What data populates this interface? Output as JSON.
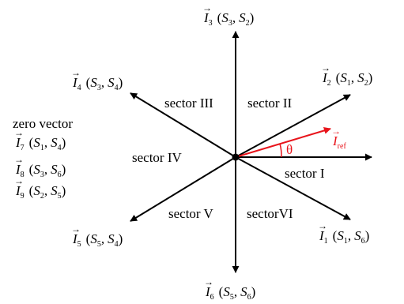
{
  "colors": {
    "vector": "#000000",
    "reference": "#e8141b"
  },
  "zero_vector_title": "zero vector",
  "vectors": [
    {
      "id": "I1",
      "letter": "I",
      "sub": "1",
      "switches": [
        "S1",
        "S6"
      ],
      "s1": "S",
      "s1sub": "1",
      "s2": "S",
      "s2sub": "6"
    },
    {
      "id": "I2",
      "letter": "I",
      "sub": "2",
      "s1": "S",
      "s1sub": "1",
      "s2": "S",
      "s2sub": "2"
    },
    {
      "id": "I3",
      "letter": "I",
      "sub": "3",
      "s1": "S",
      "s1sub": "3",
      "s2": "S",
      "s2sub": "2"
    },
    {
      "id": "I4",
      "letter": "I",
      "sub": "4",
      "s1": "S",
      "s1sub": "3",
      "s2": "S",
      "s2sub": "4"
    },
    {
      "id": "I5",
      "letter": "I",
      "sub": "5",
      "s1": "S",
      "s1sub": "5",
      "s2": "S",
      "s2sub": "4"
    },
    {
      "id": "I6",
      "letter": "I",
      "sub": "6",
      "s1": "S",
      "s1sub": "5",
      "s2": "S",
      "s2sub": "6"
    }
  ],
  "zero_vectors": [
    {
      "letter": "I",
      "sub": "7",
      "s1": "S",
      "s1sub": "1",
      "s2": "S",
      "s2sub": "4"
    },
    {
      "letter": "I",
      "sub": "8",
      "s1": "S",
      "s1sub": "3",
      "s2": "S",
      "s2sub": "6"
    },
    {
      "letter": "I",
      "sub": "9",
      "s1": "S",
      "s1sub": "2",
      "s2": "S",
      "s2sub": "5"
    }
  ],
  "sectors": {
    "I": "sector I",
    "II": "sector II",
    "III": "sector III",
    "IV": "sector IV",
    "V": "sector V",
    "VI": "sectorVI"
  },
  "reference": {
    "letter": "I",
    "sub": "ref",
    "angle_label": "θ"
  },
  "punct": {
    "open": "(",
    "comma": ",",
    "close": ")",
    "arrow": "→"
  }
}
